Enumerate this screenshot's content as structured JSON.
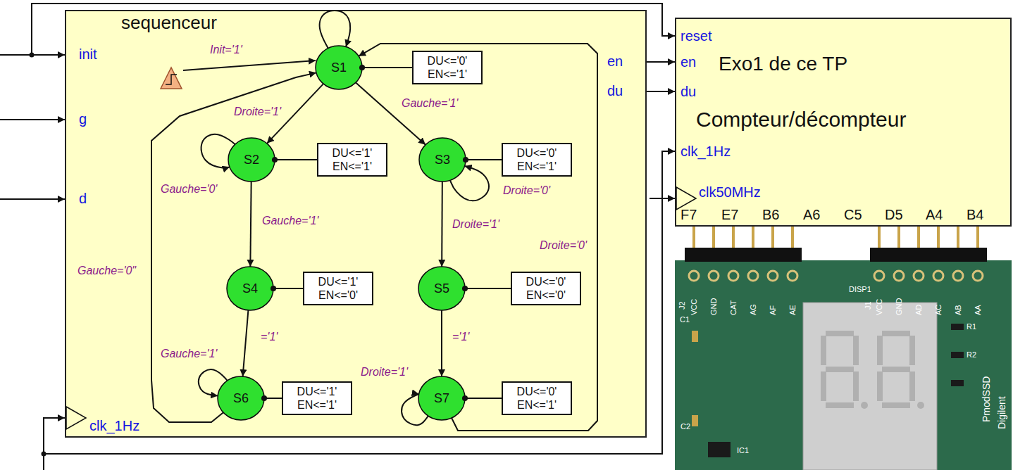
{
  "diagram": {
    "nodes": [
      {
        "text": [
          "sequenceur"
        ]
      },
      {
        "text": [
          "S1"
        ],
        "in": 0
      },
      {
        "text": [
          "S2"
        ],
        "in": 0
      },
      {
        "text": [
          "S3"
        ],
        "in": 0
      },
      {
        "text": [
          "S4"
        ],
        "in": 0
      },
      {
        "text": [
          "S5"
        ],
        "in": 0
      },
      {
        "text": [
          "S6"
        ],
        "in": 0
      },
      {
        "text": [
          "S7"
        ],
        "in": 0
      },
      {
        "text": [
          "DU<='0' EN<='1'"
        ],
        "in": 0
      },
      {
        "text": [
          "DU<='1' EN<='1'"
        ],
        "in": 0
      },
      {
        "text": [
          "DU<='0' EN<='1'"
        ],
        "in": 0
      },
      {
        "text": [
          "DU<='1' EN<='0'"
        ],
        "in": 0
      },
      {
        "text": [
          "DU<='0' EN<='0'"
        ],
        "in": 0
      },
      {
        "text": [
          "DU<='1' EN<='1'"
        ],
        "in": 0
      },
      {
        "text": [
          "DU<='0' EN<='1'"
        ],
        "in": 0
      },
      {
        "text": [
          "Exo1 de ce TP",
          "Compteur/décompteur"
        ]
      }
    ],
    "edges": [
      {
        "from": 1,
        "to": 1,
        "arrow": "to"
      },
      {
        "from": 1,
        "to": 2,
        "label": "Droite='1'",
        "arrow": "to"
      },
      {
        "from": 1,
        "to": 3,
        "label": "Gauche='1'",
        "arrow": "to"
      },
      {
        "from": 2,
        "to": 2,
        "label": "Gauche='0'",
        "arrow": "to"
      },
      {
        "from": 2,
        "to": 4,
        "label": "Gauche='1'",
        "arrow": "to"
      },
      {
        "from": 3,
        "to": 3,
        "label": "Droite='0'",
        "arrow": "to"
      },
      {
        "from": 3,
        "to": 5,
        "label": "Droite='1'",
        "arrow": "to"
      },
      {
        "from": 4,
        "to": 6,
        "label": "='1'",
        "arrow": "to"
      },
      {
        "from": 5,
        "to": 7,
        "label": "='1'",
        "arrow": "to"
      },
      {
        "from": 6,
        "to": 6,
        "label": "Gauche='1'",
        "arrow": "to"
      },
      {
        "from": 7,
        "to": 7,
        "label": "Droite='1'",
        "arrow": "to"
      },
      {
        "from": 6,
        "to": 1,
        "label": "Gauche='0\"",
        "arrow": "to"
      },
      {
        "from": 7,
        "to": 1,
        "label": "Droite='0'",
        "arrow": "to"
      },
      {
        "from": 1,
        "to": 8,
        "arrow": "none"
      },
      {
        "from": 2,
        "to": 9,
        "arrow": "none"
      },
      {
        "from": 3,
        "to": 10,
        "arrow": "none"
      },
      {
        "from": 4,
        "to": 11,
        "arrow": "none"
      },
      {
        "from": 5,
        "to": 12,
        "arrow": "none"
      },
      {
        "from": 6,
        "to": 13,
        "arrow": "none"
      },
      {
        "from": 7,
        "to": 14,
        "arrow": "none"
      },
      {
        "from": 0,
        "to": 15,
        "arrow": "to"
      },
      {
        "from": 0,
        "to": 15,
        "arrow": "to"
      }
    ],
    "labels": [
      "init",
      "g",
      "d",
      "en",
      "du",
      "clk_1Hz",
      "Init='1'",
      "reset",
      "en",
      "du",
      "clk_1Hz",
      "clk50MHz",
      "F7",
      "E7",
      "B6",
      "A6",
      "C5",
      "D5",
      "A4",
      "B4",
      "J2",
      "VCC",
      "GND",
      "CAT",
      "AG",
      "AF",
      "AE",
      "DISP1",
      "J1",
      "VCC",
      "GND",
      "AD",
      "AC",
      "AB",
      "AA",
      "C1",
      "C2",
      "IC1",
      "R1",
      "R2",
      "PmodSSD",
      "Digilent"
    ]
  }
}
